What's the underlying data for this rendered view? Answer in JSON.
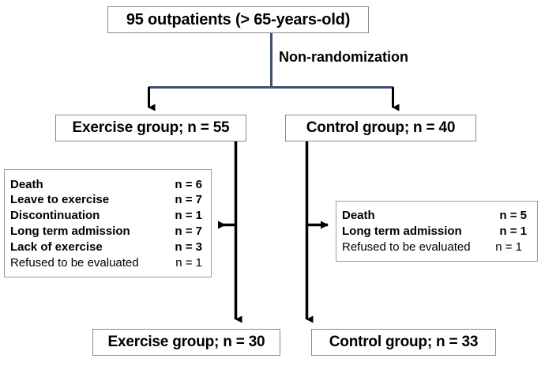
{
  "diagram": {
    "title_box": {
      "label": "95 outpatients (> 65-years-old)"
    },
    "branch_label": {
      "label": "Non-randomization"
    },
    "groups": {
      "exercise_enrolled": {
        "label": "Exercise group; n = 55"
      },
      "control_enrolled": {
        "label": "Control group; n = 40"
      },
      "exercise_analyzed": {
        "label": "Exercise group; n = 30"
      },
      "control_analyzed": {
        "label": "Control group; n = 33"
      }
    },
    "exclusions": {
      "exercise": {
        "rows": [
          {
            "reason": "Death",
            "count": "n = 6",
            "bold": true
          },
          {
            "reason": "Leave to exercise",
            "count": "n = 7",
            "bold": true
          },
          {
            "reason": "Discontinuation",
            "count": "n = 1",
            "bold": true
          },
          {
            "reason": "Long term admission",
            "count": "n = 7",
            "bold": true
          },
          {
            "reason": "Lack of exercise",
            "count": "n = 3",
            "bold": true
          },
          {
            "reason": "Refused to be evaluated",
            "count": "n = 1",
            "bold": false
          }
        ]
      },
      "control": {
        "rows": [
          {
            "reason": "Death",
            "count": "n = 5",
            "bold": true
          },
          {
            "reason": "Long term admission",
            "count": "n = 1",
            "bold": true
          },
          {
            "reason": "Refused to be evaluated",
            "count": "n = 1",
            "bold": false
          }
        ]
      }
    },
    "colors": {
      "connector_line": "#3f5070",
      "arrow": "#000000",
      "box_border": "#8a8a8a",
      "text": "#000000",
      "background": "#ffffff"
    }
  }
}
